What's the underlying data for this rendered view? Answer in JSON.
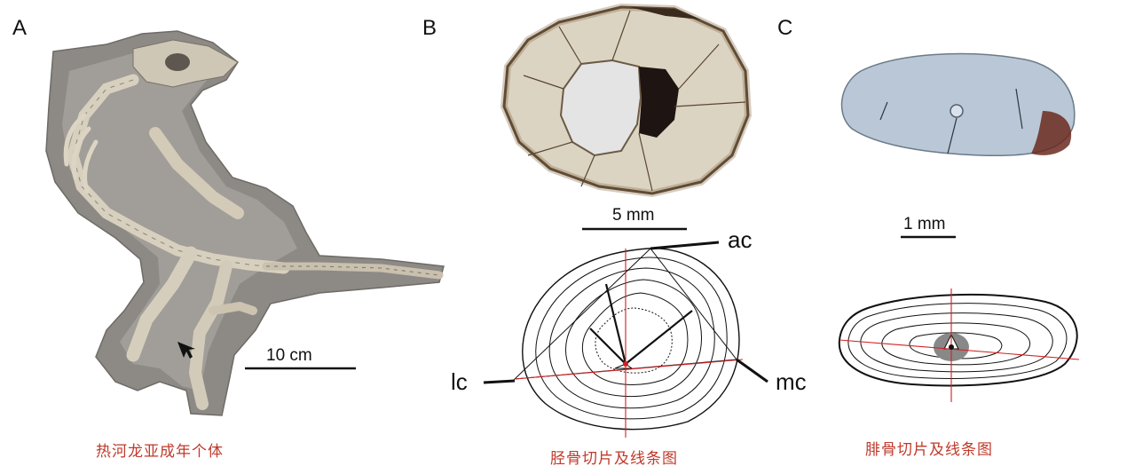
{
  "panels": {
    "a": {
      "letter": "A",
      "scale_label": "10 cm",
      "caption": "热河龙亚成年个体"
    },
    "b": {
      "letter": "B",
      "scale_label": "5 mm",
      "caption": "胫骨切片及线条图",
      "labels": {
        "ac": "ac",
        "lc": "lc",
        "mc": "mc"
      }
    },
    "c": {
      "letter": "C",
      "scale_label": "1 mm",
      "caption": "腓骨切片及线条图"
    }
  },
  "colors": {
    "caption": "#c0392b",
    "guide_lines": "#d42020"
  }
}
